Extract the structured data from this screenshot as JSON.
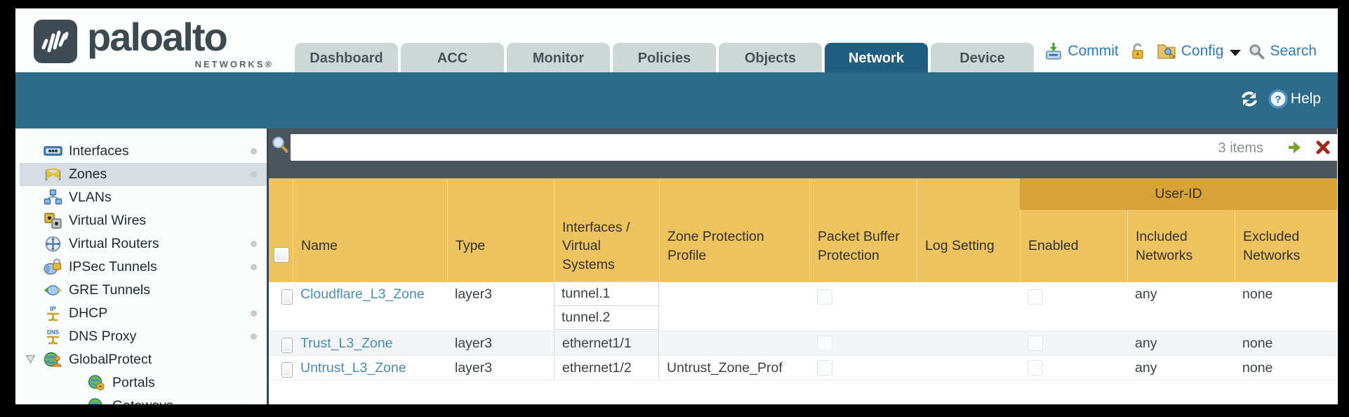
{
  "brand": {
    "wordmark": "paloalto",
    "sub": "NETWORKS®"
  },
  "nav": {
    "tabs": [
      {
        "label": "Dashboard"
      },
      {
        "label": "ACC"
      },
      {
        "label": "Monitor"
      },
      {
        "label": "Policies"
      },
      {
        "label": "Objects"
      },
      {
        "label": "Network",
        "active": true
      },
      {
        "label": "Device"
      }
    ]
  },
  "utility": {
    "commit_label": "Commit",
    "config_label": "Config",
    "search_label": "Search"
  },
  "toolbar": {
    "help_label": "Help"
  },
  "sidebar": {
    "items": [
      {
        "label": "Interfaces",
        "icon": "interfaces-icon",
        "dot": true
      },
      {
        "label": "Zones",
        "icon": "zones-icon",
        "dot": true,
        "selected": true
      },
      {
        "label": "VLANs",
        "icon": "vlans-icon"
      },
      {
        "label": "Virtual Wires",
        "icon": "virtual-wires-icon"
      },
      {
        "label": "Virtual Routers",
        "icon": "virtual-routers-icon",
        "dot": true
      },
      {
        "label": "IPSec Tunnels",
        "icon": "ipsec-tunnels-icon",
        "dot": true
      },
      {
        "label": "GRE Tunnels",
        "icon": "gre-tunnels-icon"
      },
      {
        "label": "DHCP",
        "icon": "dhcp-icon",
        "dot": true
      },
      {
        "label": "DNS Proxy",
        "icon": "dns-proxy-icon",
        "dot": true
      },
      {
        "label": "GlobalProtect",
        "icon": "globalprotect-icon",
        "expanded": true
      },
      {
        "label": "Portals",
        "icon": "portals-icon",
        "indent": true
      },
      {
        "label": "Gateways",
        "icon": "gateways-icon",
        "indent": true
      }
    ]
  },
  "filter": {
    "value": "",
    "count": "3 items"
  },
  "table": {
    "group_header": "User-ID",
    "columns": [
      "Name",
      "Type",
      "Interfaces / Virtual Systems",
      "Zone Protection Profile",
      "Packet Buffer Protection",
      "Log Setting",
      "Enabled",
      "Included Networks",
      "Excluded Networks"
    ],
    "rows": [
      {
        "name": "Cloudflare_L3_Zone",
        "type": "layer3",
        "interfaces": [
          "tunnel.1",
          "tunnel.2"
        ],
        "zone_protection_profile": "",
        "packet_buffer_protection_checked": false,
        "log_setting": "",
        "enabled_checked": false,
        "included_networks": "any",
        "excluded_networks": "none"
      },
      {
        "name": "Trust_L3_Zone",
        "type": "layer3",
        "interfaces": [
          "ethernet1/1"
        ],
        "zone_protection_profile": "",
        "packet_buffer_protection_checked": false,
        "log_setting": "",
        "enabled_checked": false,
        "included_networks": "any",
        "excluded_networks": "none"
      },
      {
        "name": "Untrust_L3_Zone",
        "type": "layer3",
        "interfaces": [
          "ethernet1/2"
        ],
        "zone_protection_profile": "Untrust_Zone_Prof",
        "packet_buffer_protection_checked": false,
        "log_setting": "",
        "enabled_checked": false,
        "included_networks": "any",
        "excluded_networks": "none"
      }
    ]
  },
  "colors": {
    "teal": "#2e6a8a",
    "active_tab": "#1f5e80",
    "header_orange": "#edc35f",
    "userid_band": "#d7a238",
    "filter_slate": "#4a555d",
    "link_blue": "#2e7cb8",
    "row_link": "#4a8cad"
  }
}
